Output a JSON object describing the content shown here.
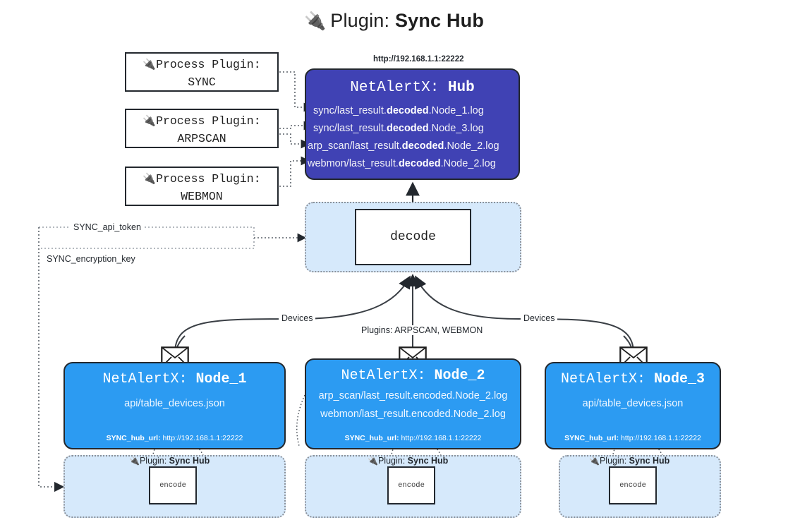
{
  "title": {
    "icon": "🔌",
    "prefix": "Plugin: ",
    "name": "Sync Hub"
  },
  "process_plugins": [
    {
      "icon": "🔌",
      "line1": "Process Plugin:",
      "line2": "SYNC"
    },
    {
      "icon": "🔌",
      "line1": "Process Plugin:",
      "line2": "ARPSCAN"
    },
    {
      "icon": "🔌",
      "line1": "Process Plugin:",
      "line2": "WEBMON"
    }
  ],
  "hub": {
    "url": "http://192.168.1.1:22222",
    "name_prefix": "NetAlertX: ",
    "name": "Hub",
    "logs": [
      {
        "pre": "sync/last_result.",
        "strong": "decoded",
        "post": ".Node_1.log"
      },
      {
        "pre": "sync/last_result.",
        "strong": "decoded",
        "post": ".Node_3.log"
      },
      {
        "pre": "arp_scan/last_result.",
        "strong": "decoded",
        "post": ".Node_2.log"
      },
      {
        "pre": "webmon/last_result.",
        "strong": "decoded",
        "post": ".Node_2.log"
      }
    ]
  },
  "decode": {
    "label": "decode"
  },
  "keys": [
    {
      "label": "SYNC_api_token"
    },
    {
      "label": "SYNC_encryption_key"
    }
  ],
  "wire_labels": {
    "devices_left": "Devices",
    "devices_right": "Devices",
    "plugins_middle": "Plugins: ARPSCAN, WEBMON"
  },
  "nodes": [
    {
      "name_prefix": "NetAlertX: ",
      "name": "Node_1",
      "lines": [
        "api/table_devices.json"
      ],
      "foot_key": "SYNC_hub_url: ",
      "foot_val": "http://192.168.1.1:22222"
    },
    {
      "name_prefix": "NetAlertX: ",
      "name": "Node_2",
      "lines": [
        "arp_scan/last_result.encoded.Node_2.log",
        "webmon/last_result.encoded.Node_2.log"
      ],
      "foot_key": "SYNC_hub_url: ",
      "foot_val": "http://192.168.1.1:22222"
    },
    {
      "name_prefix": "NetAlertX: ",
      "name": "Node_3",
      "lines": [
        "api/table_devices.json"
      ],
      "foot_key": "SYNC_hub_url: ",
      "foot_val": "http://192.168.1.1:22222"
    }
  ],
  "plugin_boxes": [
    {
      "icon": "🔌",
      "prefix": "Plugin: ",
      "name": "Sync Hub",
      "encode": "encode"
    },
    {
      "icon": "🔌",
      "prefix": "Plugin: ",
      "name": "Sync Hub",
      "encode": "encode"
    },
    {
      "icon": "🔌",
      "prefix": "Plugin: ",
      "name": "Sync Hub",
      "encode": "encode"
    }
  ],
  "colors": {
    "hub_fill": "#4042b4",
    "node_fill": "#2c9bf2",
    "container_fill": "#d6e9fb",
    "stroke": "#23282e",
    "dotted_stroke": "#8a9099"
  }
}
